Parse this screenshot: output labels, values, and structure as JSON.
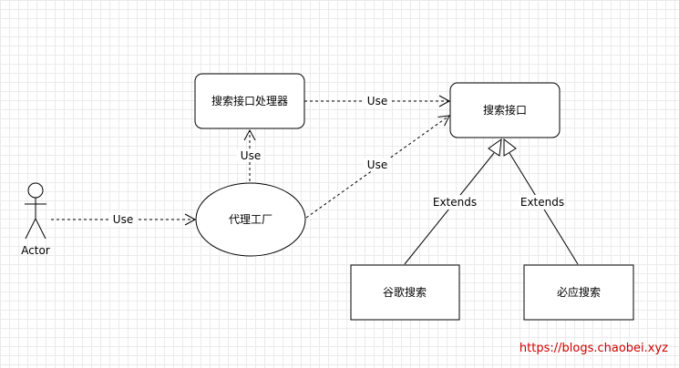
{
  "nodes": {
    "actor": "Actor",
    "handler": "搜索接口处理器",
    "interface": "搜索接口",
    "factory": "代理工厂",
    "google": "谷歌搜索",
    "biying": "必应搜索"
  },
  "edges": {
    "actor_factory": "Use",
    "factory_handler": "Use",
    "handler_interface": "Use",
    "factory_interface": "Use",
    "google_interface": "Extends",
    "biying_interface": "Extends"
  },
  "watermark": "https://blogs.chaobei.xyz"
}
